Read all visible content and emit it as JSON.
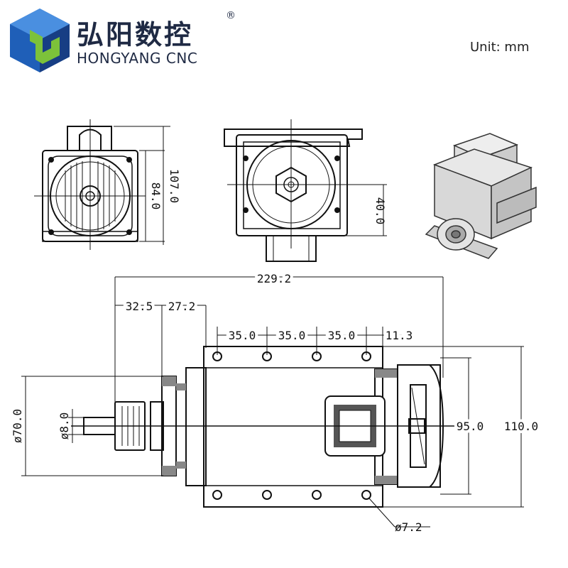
{
  "brand": {
    "name_cn": "弘阳数控",
    "name_en": "HONGYANG CNC",
    "registered_mark": "®",
    "colors": {
      "blue": "#1f5fb8",
      "green": "#7cc23a",
      "dark_blue": "#173e84",
      "text": "#1f2a44"
    }
  },
  "unit_label": "Unit: mm",
  "dimensions": {
    "end_view_height_outer": "107.0",
    "end_view_height_inner": "84.0",
    "front_view_offset": "40.0",
    "overall_length": "229.2",
    "front_offset_1": "32.5",
    "front_offset_2": "27.2",
    "hole_pitch_1": "35.0",
    "hole_pitch_2": "35.0",
    "hole_pitch_3": "35.0",
    "hole_end_offset": "11.3",
    "body_diameter": "ø70.0",
    "shaft_diameter": "ø8.0",
    "inner_height": "95.0",
    "outer_height": "110.0",
    "mount_hole_diameter": "ø7.2"
  }
}
